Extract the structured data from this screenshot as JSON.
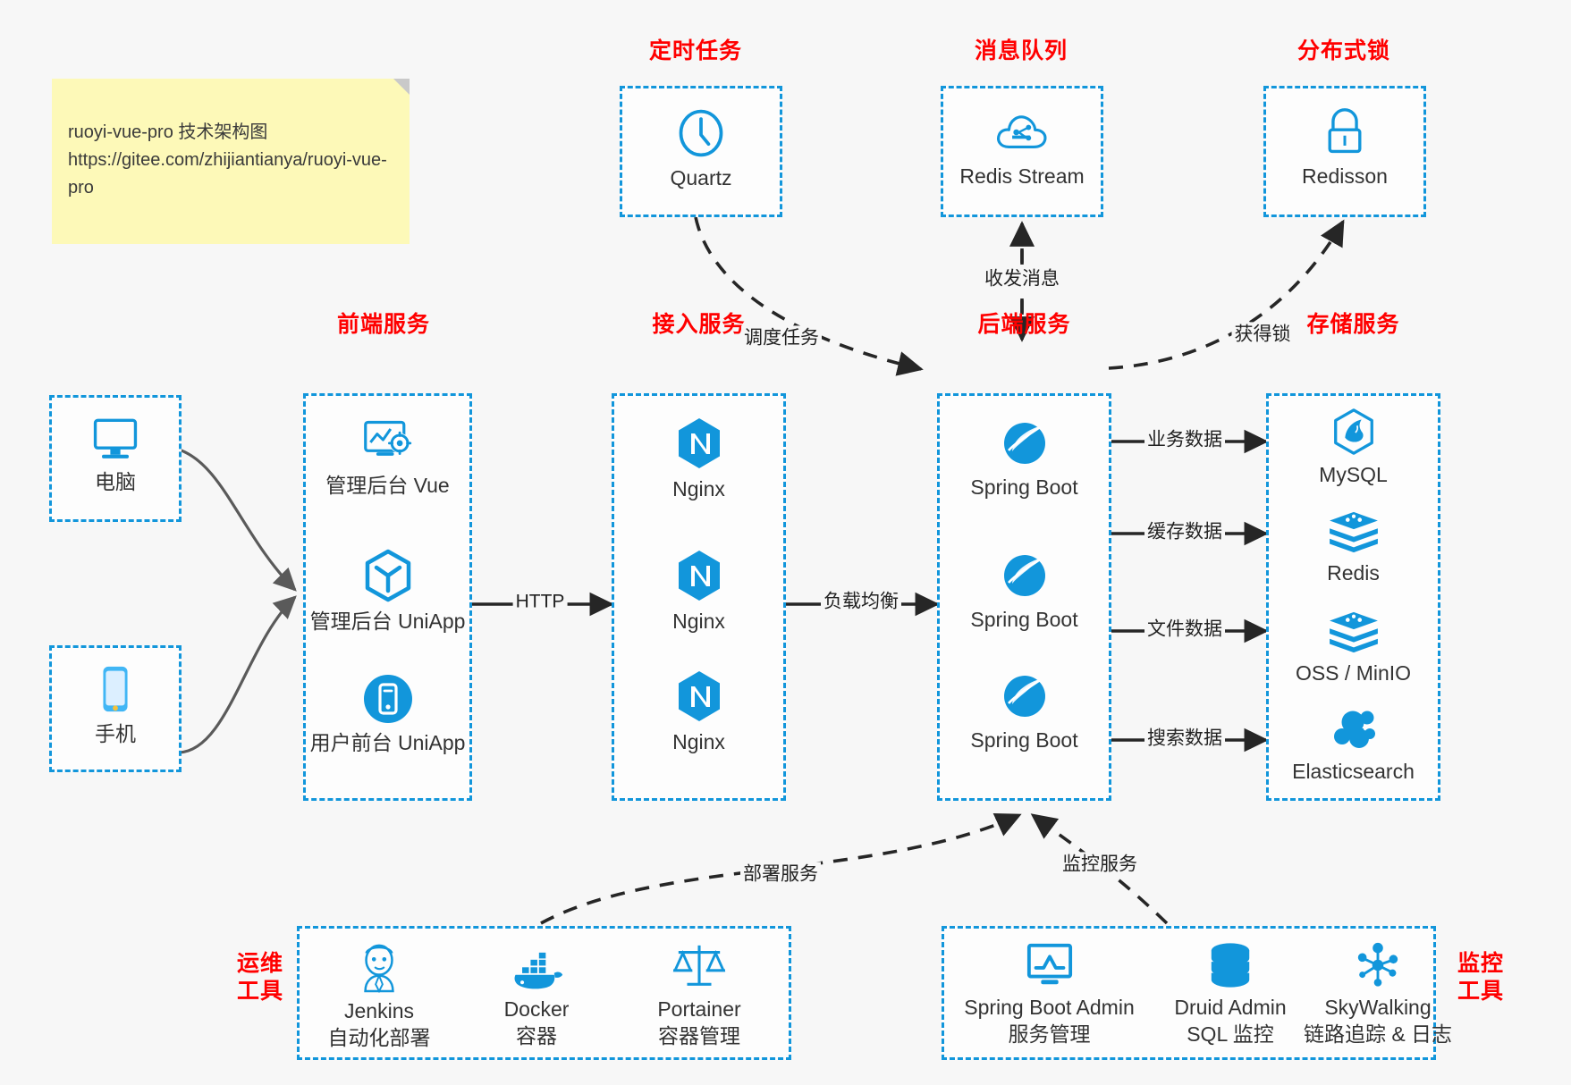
{
  "note": {
    "text": "ruoyi-vue-pro 技术架构图\nhttps://gitee.com/zhijiantianya/ruoyi-vue-pro"
  },
  "colors": {
    "accent": "#1296db",
    "group_title": "#ff0000",
    "node_text": "#333333",
    "edge": "#3a3a3a",
    "background": "#f7f7f7",
    "note_bg": "#fdf9b8"
  },
  "groups": {
    "scheduled_task": {
      "title": "定时任务",
      "nodes": [
        {
          "label": "Quartz",
          "icon": "clock-icon"
        }
      ]
    },
    "message_queue": {
      "title": "消息队列",
      "nodes": [
        {
          "label": "Redis Stream",
          "icon": "cloud-stream-icon"
        }
      ]
    },
    "distributed_lock": {
      "title": "分布式锁",
      "nodes": [
        {
          "label": "Redisson",
          "icon": "lock-icon"
        }
      ]
    },
    "client_pc": {
      "title": "",
      "nodes": [
        {
          "label": "电脑",
          "icon": "desktop-icon"
        }
      ]
    },
    "client_mobile": {
      "title": "",
      "nodes": [
        {
          "label": "手机",
          "icon": "smartphone-icon"
        }
      ]
    },
    "frontend": {
      "title": "前端服务",
      "nodes": [
        {
          "label": "管理后台 Vue",
          "icon": "dashboard-gear-icon"
        },
        {
          "label": "管理后台 UniApp",
          "icon": "hexagon-cube-icon"
        },
        {
          "label": "用户前台 UniApp",
          "icon": "mobile-circle-icon"
        }
      ]
    },
    "gateway": {
      "title": "接入服务",
      "nodes": [
        {
          "label": "Nginx",
          "icon": "nginx-icon"
        },
        {
          "label": "Nginx",
          "icon": "nginx-icon"
        },
        {
          "label": "Nginx",
          "icon": "nginx-icon"
        }
      ]
    },
    "backend": {
      "title": "后端服务",
      "nodes": [
        {
          "label": "Spring Boot",
          "icon": "spring-leaf-icon"
        },
        {
          "label": "Spring Boot",
          "icon": "spring-leaf-icon"
        },
        {
          "label": "Spring Boot",
          "icon": "spring-leaf-icon"
        }
      ]
    },
    "storage": {
      "title": "存储服务",
      "nodes": [
        {
          "label": "MySQL",
          "icon": "mysql-dolphin-icon"
        },
        {
          "label": "Redis",
          "icon": "redis-stack-icon"
        },
        {
          "label": "OSS / MinIO",
          "icon": "redis-stack-icon"
        },
        {
          "label": "Elasticsearch",
          "icon": "elasticsearch-icon"
        }
      ]
    },
    "devops": {
      "title": "运维\n工具",
      "nodes": [
        {
          "label": "Jenkins",
          "sub": "自动化部署",
          "icon": "jenkins-butler-icon"
        },
        {
          "label": "Docker",
          "sub": "容器",
          "icon": "docker-whale-icon"
        },
        {
          "label": "Portainer",
          "sub": "容器管理",
          "icon": "scales-icon"
        }
      ]
    },
    "monitoring": {
      "title": "监控\n工具",
      "nodes": [
        {
          "label": "Spring Boot Admin",
          "sub": "服务管理",
          "icon": "monitor-chart-icon"
        },
        {
          "label": "Druid Admin",
          "sub": "SQL 监控",
          "icon": "database-icon"
        },
        {
          "label": "SkyWalking",
          "sub": "链路追踪 & 日志",
          "icon": "skywalking-icon"
        }
      ]
    }
  },
  "edges": [
    {
      "id": "schedule-task",
      "label": "调度任务"
    },
    {
      "id": "send-receive",
      "label": "收发消息"
    },
    {
      "id": "acquire-lock",
      "label": "获得锁"
    },
    {
      "id": "http",
      "label": "HTTP"
    },
    {
      "id": "load-balance",
      "label": "负载均衡"
    },
    {
      "id": "business-data",
      "label": "业务数据"
    },
    {
      "id": "cache-data",
      "label": "缓存数据"
    },
    {
      "id": "file-data",
      "label": "文件数据"
    },
    {
      "id": "search-data",
      "label": "搜索数据"
    },
    {
      "id": "deploy-service",
      "label": "部署服务"
    },
    {
      "id": "monitor-service",
      "label": "监控服务"
    }
  ]
}
